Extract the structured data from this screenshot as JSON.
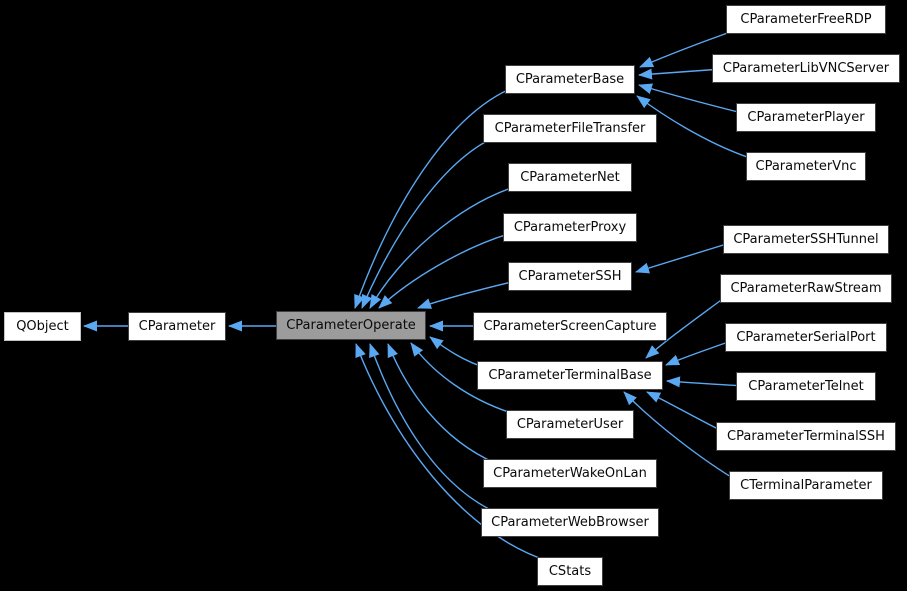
{
  "diagram_type": "class-inheritance-graph",
  "colors": {
    "background": "#000000",
    "edge": "#5aa8f2",
    "node_fill": "#ffffff",
    "node_border": "#3f3f3f",
    "external_node_border": "#c2c2c2",
    "current_node_fill": "#9c9c9c",
    "text": "#0a0a0a"
  },
  "nodes": [
    {
      "label": "QObject",
      "role": "external-base"
    },
    {
      "label": "CParameter",
      "role": "base"
    },
    {
      "label": "CParameterOperate",
      "role": "current"
    },
    {
      "label": "CParameterBase",
      "role": "derived"
    },
    {
      "label": "CParameterFileTransfer",
      "role": "derived"
    },
    {
      "label": "CParameterNet",
      "role": "derived"
    },
    {
      "label": "CParameterProxy",
      "role": "derived"
    },
    {
      "label": "CParameterSSH",
      "role": "derived"
    },
    {
      "label": "CParameterScreenCapture",
      "role": "derived"
    },
    {
      "label": "CParameterTerminalBase",
      "role": "derived"
    },
    {
      "label": "CParameterUser",
      "role": "derived"
    },
    {
      "label": "CParameterWakeOnLan",
      "role": "derived"
    },
    {
      "label": "CParameterWebBrowser",
      "role": "derived"
    },
    {
      "label": "CStats",
      "role": "derived"
    },
    {
      "label": "CParameterFreeRDP",
      "role": "derived"
    },
    {
      "label": "CParameterLibVNCServer",
      "role": "derived"
    },
    {
      "label": "CParameterPlayer",
      "role": "derived"
    },
    {
      "label": "CParameterVnc",
      "role": "derived"
    },
    {
      "label": "CParameterSSHTunnel",
      "role": "derived"
    },
    {
      "label": "CParameterRawStream",
      "role": "derived"
    },
    {
      "label": "CParameterSerialPort",
      "role": "derived"
    },
    {
      "label": "CParameterTelnet",
      "role": "derived"
    },
    {
      "label": "CParameterTerminalSSH",
      "role": "derived"
    },
    {
      "label": "CTerminalParameter",
      "role": "derived"
    }
  ],
  "edges": [
    {
      "from": "CParameter",
      "to": "QObject"
    },
    {
      "from": "CParameterOperate",
      "to": "CParameter"
    },
    {
      "from": "CParameterBase",
      "to": "CParameterOperate"
    },
    {
      "from": "CParameterFileTransfer",
      "to": "CParameterOperate"
    },
    {
      "from": "CParameterNet",
      "to": "CParameterOperate"
    },
    {
      "from": "CParameterProxy",
      "to": "CParameterOperate"
    },
    {
      "from": "CParameterSSH",
      "to": "CParameterOperate"
    },
    {
      "from": "CParameterScreenCapture",
      "to": "CParameterOperate"
    },
    {
      "from": "CParameterTerminalBase",
      "to": "CParameterOperate"
    },
    {
      "from": "CParameterUser",
      "to": "CParameterOperate"
    },
    {
      "from": "CParameterWakeOnLan",
      "to": "CParameterOperate"
    },
    {
      "from": "CParameterWebBrowser",
      "to": "CParameterOperate"
    },
    {
      "from": "CStats",
      "to": "CParameterOperate"
    },
    {
      "from": "CParameterFreeRDP",
      "to": "CParameterBase"
    },
    {
      "from": "CParameterLibVNCServer",
      "to": "CParameterBase"
    },
    {
      "from": "CParameterPlayer",
      "to": "CParameterBase"
    },
    {
      "from": "CParameterVnc",
      "to": "CParameterBase"
    },
    {
      "from": "CParameterSSHTunnel",
      "to": "CParameterSSH"
    },
    {
      "from": "CParameterRawStream",
      "to": "CParameterTerminalBase"
    },
    {
      "from": "CParameterSerialPort",
      "to": "CParameterTerminalBase"
    },
    {
      "from": "CParameterTelnet",
      "to": "CParameterTerminalBase"
    },
    {
      "from": "CParameterTerminalSSH",
      "to": "CParameterTerminalBase"
    },
    {
      "from": "CTerminalParameter",
      "to": "CParameterTerminalBase"
    }
  ]
}
